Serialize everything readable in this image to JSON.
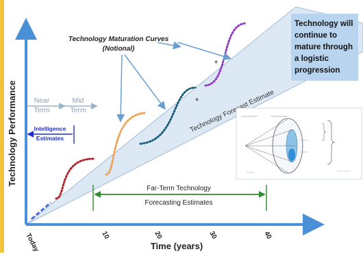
{
  "diagram": {
    "y_axis_label": "Technology Performance",
    "x_axis_label": "Time (years)",
    "x_ticks": [
      "Today",
      "10",
      "20",
      "30",
      "40"
    ],
    "curves_title_line1": "Technology Maturation Curves",
    "curves_title_line2": "(Notional)",
    "cone_label": "Technology Forecast Estimate",
    "callout_lines": [
      "Technology will",
      "continue to",
      "mature through",
      "a logistic",
      "progression"
    ],
    "near_term_line1": "Near",
    "near_term_line2": "Term",
    "mid_term_line1": "Mid",
    "mid_term_line2": "Term",
    "intel_line1": "Intelligence",
    "intel_line2": "Estimates",
    "far_term_line1": "Far-Term Technology",
    "far_term_line2": "Forecasting Estimates",
    "asterisk": "*",
    "colors": {
      "axis": "#4a90d6",
      "cone_fill": "#dce9f5",
      "cone_edge": "#9fbad3",
      "callout_bg": "#b8d4ef",
      "near_mid": "#9ab3cc",
      "intel": "#1f2fd0",
      "far_term": "#2e8b2e",
      "curve_1": "#b0202a",
      "curve_2": "#f0a050",
      "curve_3": "#1a5f7a",
      "curve_4": "#8e3fbf",
      "left_strip": "#f3c43b"
    }
  }
}
